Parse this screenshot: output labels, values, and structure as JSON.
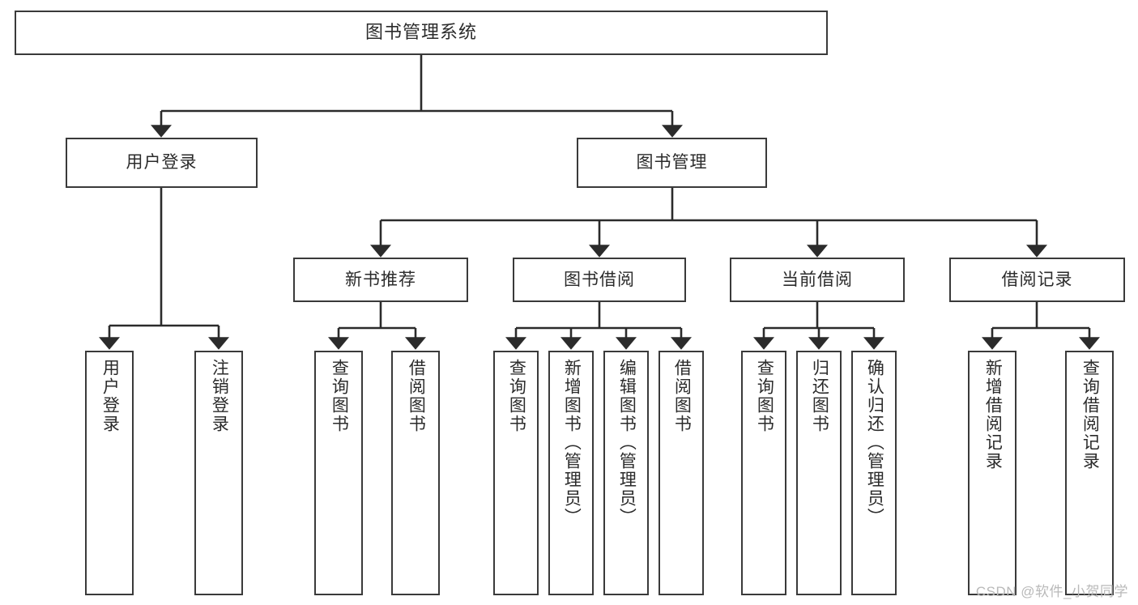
{
  "diagram": {
    "title": "图书管理系统",
    "type": "tree-hierarchy",
    "watermark": "CSDN @软件_小贺同学",
    "colors": {
      "box_border": "#3a3a3a",
      "box_fill": "#ffffff",
      "connector": "#2b2b2b",
      "text": "#2b2b2b",
      "watermark": "#b9b9b9",
      "background": "#ffffff"
    }
  },
  "root": {
    "label": "图书管理系统"
  },
  "level2": [
    {
      "label": "用户登录"
    },
    {
      "label": "图书管理"
    }
  ],
  "level3": [
    {
      "label": "新书推荐"
    },
    {
      "label": "图书借阅"
    },
    {
      "label": "当前借阅"
    },
    {
      "label": "借阅记录"
    }
  ],
  "leaves": {
    "user_login": [
      {
        "label": "用户登录"
      },
      {
        "label": "注销登录"
      }
    ],
    "new_book_recommend": [
      {
        "label": "查询图书"
      },
      {
        "label": "借阅图书"
      }
    ],
    "book_borrow": [
      {
        "label": "查询图书"
      },
      {
        "label": "新增图书（管理员）"
      },
      {
        "label": "编辑图书（管理员）"
      },
      {
        "label": "借阅图书"
      }
    ],
    "current_borrow": [
      {
        "label": "查询图书"
      },
      {
        "label": "归还图书"
      },
      {
        "label": "确认归还（管理员）"
      }
    ],
    "borrow_record": [
      {
        "label": "新增借阅记录"
      },
      {
        "label": "查询借阅记录"
      }
    ]
  }
}
